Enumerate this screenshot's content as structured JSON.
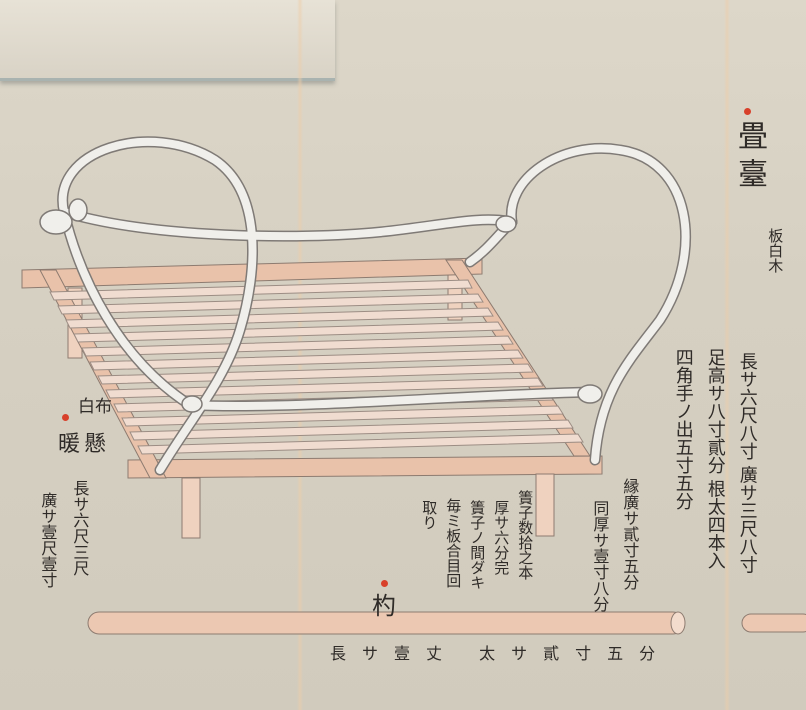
{
  "main_title": "畳臺",
  "material_note": "板白木",
  "spec_col_1": "長サ六尺八寸 廣サ三尺八寸",
  "spec_col_2": "足高サ八寸貳分 根太四本入",
  "spec_col_3": "四角手ノ出五寸五分",
  "edge_spec_1": "縁廣サ貳寸五分",
  "edge_spec_2": "同厚サ壹寸八分",
  "slat_spec_1": "簀子数拾之本",
  "slat_spec_2": "厚サ六分完",
  "slat_spec_3": "簀子ノ間ダキ",
  "slat_spec_4": "毎ミ板合目回",
  "slat_spec_5": "取り",
  "cloth_note": "白布",
  "cloth_title": "暖懸",
  "cloth_spec_1": "長サ六尺三尺",
  "cloth_spec_2": "廣サ壹尺壹寸",
  "rod_title": "杓",
  "rod_spec": "長サ壹丈 太サ貳寸五分",
  "colors": {
    "ink": "#2f2b28",
    "accent": "#d8402a",
    "wood": "#e9c2aa",
    "cloth": "#eeeeea"
  }
}
